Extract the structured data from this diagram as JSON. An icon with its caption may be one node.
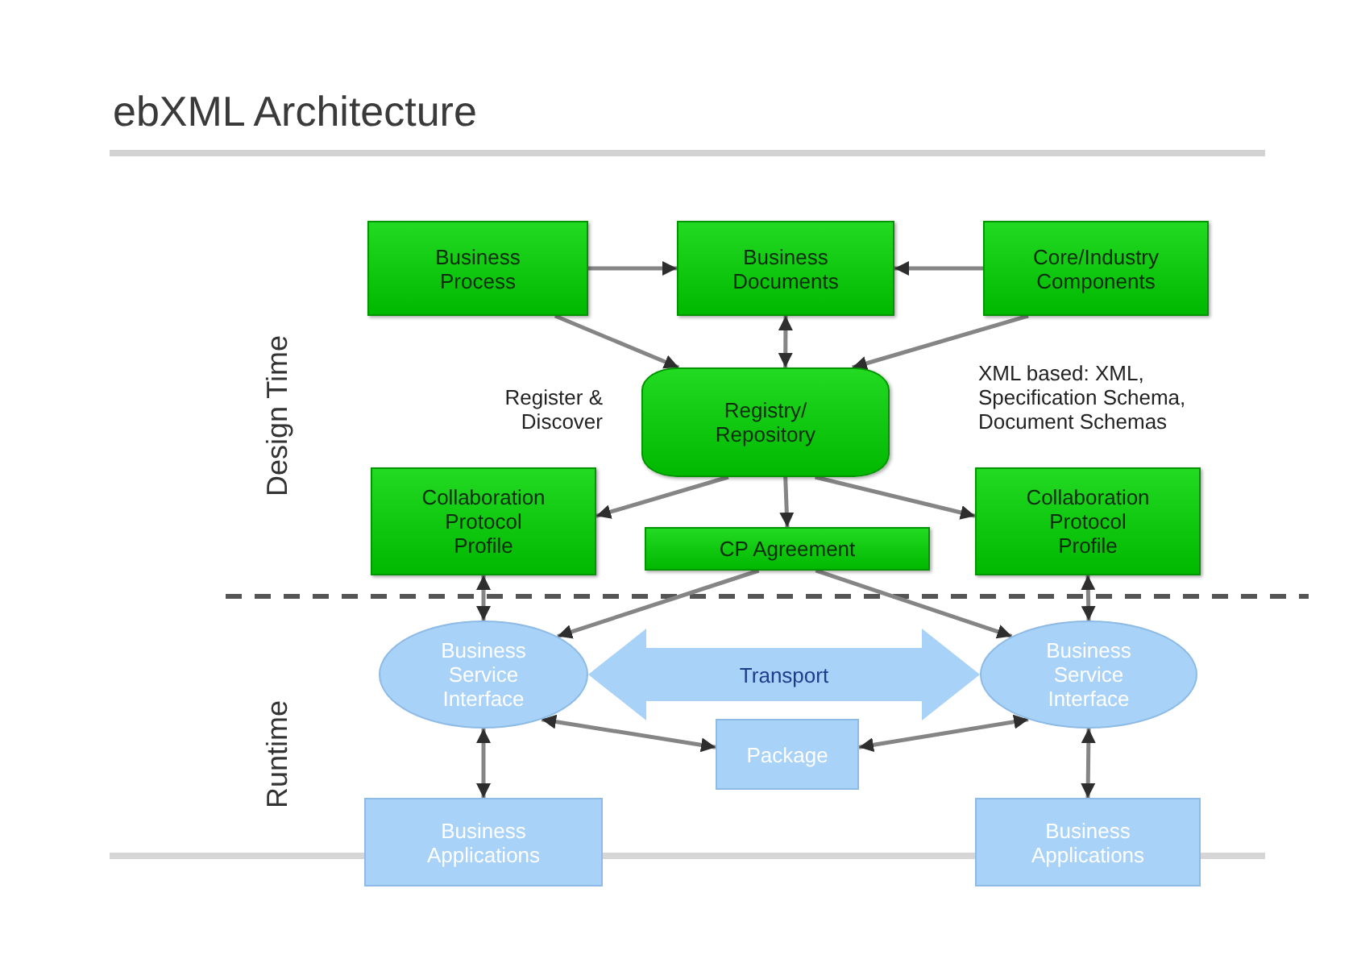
{
  "diagram": {
    "title": "ebXML Architecture",
    "nodes": [
      {
        "text": [
          "Business Process"
        ]
      },
      {
        "text": [
          "Business Documents"
        ]
      },
      {
        "text": [
          "Core/Industry Components"
        ]
      },
      {
        "text": [
          "Registry/Repository"
        ]
      },
      {
        "text": [
          "Collaboration Protocol Profile"
        ]
      },
      {
        "text": [
          "CP Agreement"
        ]
      },
      {
        "text": [
          "Collaboration Protocol Profile"
        ]
      },
      {
        "text": [
          "Business Service Interface"
        ]
      },
      {
        "text": [
          "Business Service Interface"
        ]
      },
      {
        "text": [
          "Package"
        ]
      },
      {
        "text": [
          "Business Applications"
        ]
      },
      {
        "text": [
          "Business Applications"
        ]
      }
    ],
    "edges": [
      {
        "from": 0,
        "to": 1,
        "arrow": "to"
      },
      {
        "from": 2,
        "to": 1,
        "arrow": "to"
      },
      {
        "from": 0,
        "to": 3,
        "arrow": "to"
      },
      {
        "from": 1,
        "to": 3,
        "arrow": "both"
      },
      {
        "from": 2,
        "to": 3,
        "arrow": "to"
      },
      {
        "from": 3,
        "to": 4,
        "arrow": "to"
      },
      {
        "from": 3,
        "to": 5,
        "arrow": "to"
      },
      {
        "from": 3,
        "to": 6,
        "arrow": "to"
      },
      {
        "from": 5,
        "to": 7,
        "arrow": "to"
      },
      {
        "from": 5,
        "to": 8,
        "arrow": "to"
      },
      {
        "from": 4,
        "to": 7,
        "arrow": "both"
      },
      {
        "from": 6,
        "to": 8,
        "arrow": "both"
      },
      {
        "from": 7,
        "to": 10,
        "arrow": "both"
      },
      {
        "from": 8,
        "to": 11,
        "arrow": "both"
      },
      {
        "from": 7,
        "to": 9,
        "arrow": "both"
      },
      {
        "from": 9,
        "to": 8,
        "arrow": "both"
      },
      {
        "from": 7,
        "to": 8,
        "arrow": "both",
        "label": "Transport",
        "style": "thick",
        "color": "#a8d2f7"
      }
    ],
    "labels": [
      "Design Time",
      "Register & Discover",
      "XML based: XML, Specification Schema, Document Schemas",
      "Runtime"
    ]
  }
}
